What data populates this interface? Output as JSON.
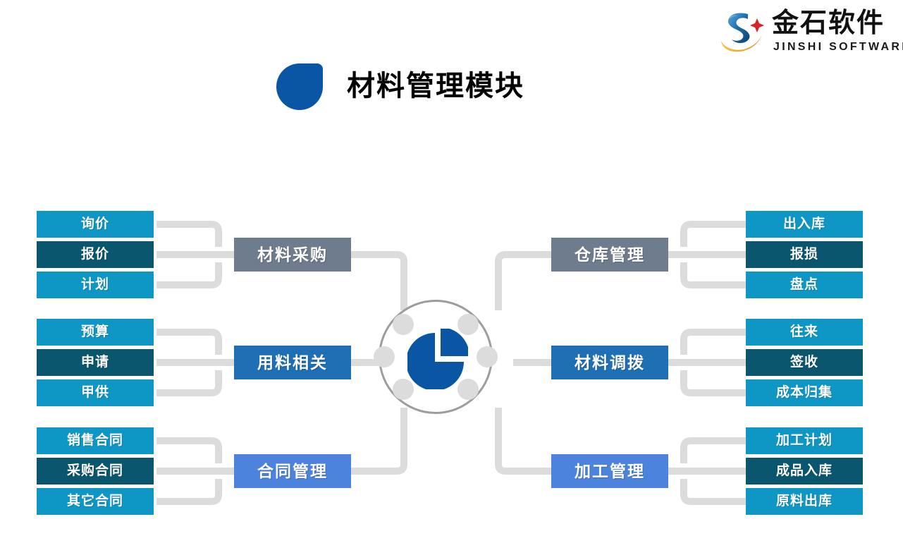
{
  "brand": {
    "name_cn": "金石软件",
    "name_en": "JINSHI SOFTWARE",
    "logo_icon": "jinshi-s-swoosh-logo",
    "colors": {
      "blue": "#1166A8",
      "orange": "#EFA321",
      "red": "#D8232A"
    }
  },
  "header": {
    "title": "材料管理模块",
    "droplet_icon": "blue-droplet-icon",
    "droplet_color": "#0B56A4"
  },
  "hub": {
    "icon": "pie-chart-icon",
    "pie_color": "#0B56A4",
    "ring_color": "#9D9D9D",
    "dot_color": "#DCDCDC",
    "connector_color": "#DCDCDC",
    "dot_count": 6
  },
  "palette": {
    "leaf_light": "#0E96C4",
    "leaf_dark": "#0A566F",
    "branch_slate": "#6F7C8E",
    "branch_blue": "#1F6FB5",
    "branch_sky": "#4C84DD"
  },
  "branches": [
    {
      "id": "material-purchase",
      "label": "材料采购",
      "side": "left",
      "style": "branch-slate",
      "leaves": [
        {
          "label": "询价",
          "style": "leaf-light"
        },
        {
          "label": "报价",
          "style": "leaf-dark"
        },
        {
          "label": "计划",
          "style": "leaf-light"
        }
      ]
    },
    {
      "id": "material-usage",
      "label": "用料相关",
      "side": "left",
      "style": "branch-blue",
      "leaves": [
        {
          "label": "预算",
          "style": "leaf-light"
        },
        {
          "label": "申请",
          "style": "leaf-dark"
        },
        {
          "label": "甲供",
          "style": "leaf-light"
        }
      ]
    },
    {
      "id": "contract-management",
      "label": "合同管理",
      "side": "left",
      "style": "branch-sky",
      "leaves": [
        {
          "label": "销售合同",
          "style": "leaf-light"
        },
        {
          "label": "采购合同",
          "style": "leaf-dark"
        },
        {
          "label": "其它合同",
          "style": "leaf-light"
        }
      ]
    },
    {
      "id": "warehouse-management",
      "label": "仓库管理",
      "side": "right",
      "style": "branch-slate",
      "leaves": [
        {
          "label": "出入库",
          "style": "leaf-light"
        },
        {
          "label": "报损",
          "style": "leaf-dark"
        },
        {
          "label": "盘点",
          "style": "leaf-light"
        }
      ]
    },
    {
      "id": "material-transfer",
      "label": "材料调拨",
      "side": "right",
      "style": "branch-blue",
      "leaves": [
        {
          "label": "往来",
          "style": "leaf-light"
        },
        {
          "label": "签收",
          "style": "leaf-dark"
        },
        {
          "label": "成本归集",
          "style": "leaf-light"
        }
      ]
    },
    {
      "id": "processing-management",
      "label": "加工管理",
      "side": "right",
      "style": "branch-sky",
      "leaves": [
        {
          "label": "加工计划",
          "style": "leaf-light"
        },
        {
          "label": "成品入库",
          "style": "leaf-dark"
        },
        {
          "label": "原料出库",
          "style": "leaf-light"
        }
      ]
    }
  ]
}
